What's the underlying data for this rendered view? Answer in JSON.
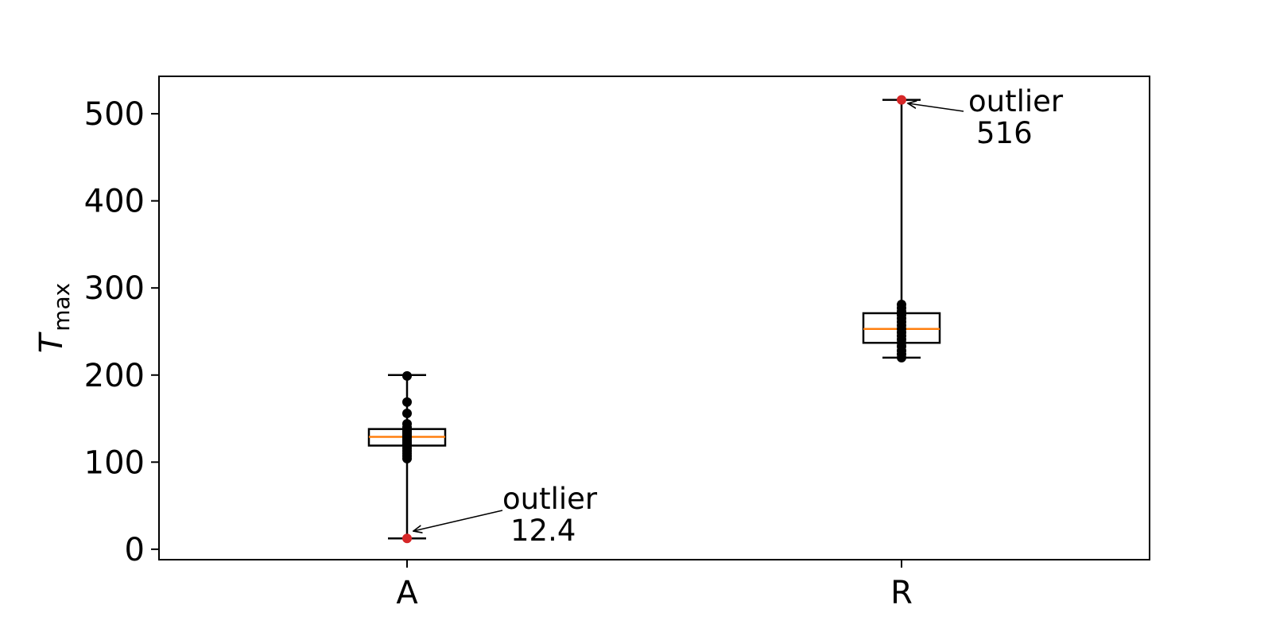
{
  "chart_data": {
    "type": "box",
    "title": "",
    "xlabel": "",
    "ylabel": {
      "base": "T",
      "subscript": "max"
    },
    "ylim": [
      -12,
      543
    ],
    "yticks": [
      0,
      100,
      200,
      300,
      400,
      500
    ],
    "grid": false,
    "colors": {
      "box": "#000000",
      "median": "#ff7f0e",
      "points": "#000000",
      "outlier": "#d62728"
    },
    "categories": [
      {
        "label": "A",
        "whisker_low": 12.4,
        "q1": 119,
        "median": 129,
        "q3": 138,
        "whisker_high": 200,
        "points": [
          104,
          107,
          110,
          113,
          116,
          119,
          121,
          123,
          125,
          127,
          129,
          131,
          133,
          135,
          137,
          140,
          144,
          156,
          169,
          199
        ],
        "outlier": {
          "value": 12.4,
          "label_line1": "outlier",
          "label_line2": "12.4"
        }
      },
      {
        "label": "R",
        "whisker_low": 220,
        "q1": 237,
        "median": 253,
        "q3": 271,
        "whisker_high": 516,
        "points": [
          220,
          224,
          228,
          233,
          237,
          241,
          245,
          249,
          253,
          257,
          261,
          265,
          269,
          273,
          277,
          281
        ],
        "outlier": {
          "value": 516,
          "label_line1": "outlier",
          "label_line2": "516"
        }
      }
    ]
  }
}
